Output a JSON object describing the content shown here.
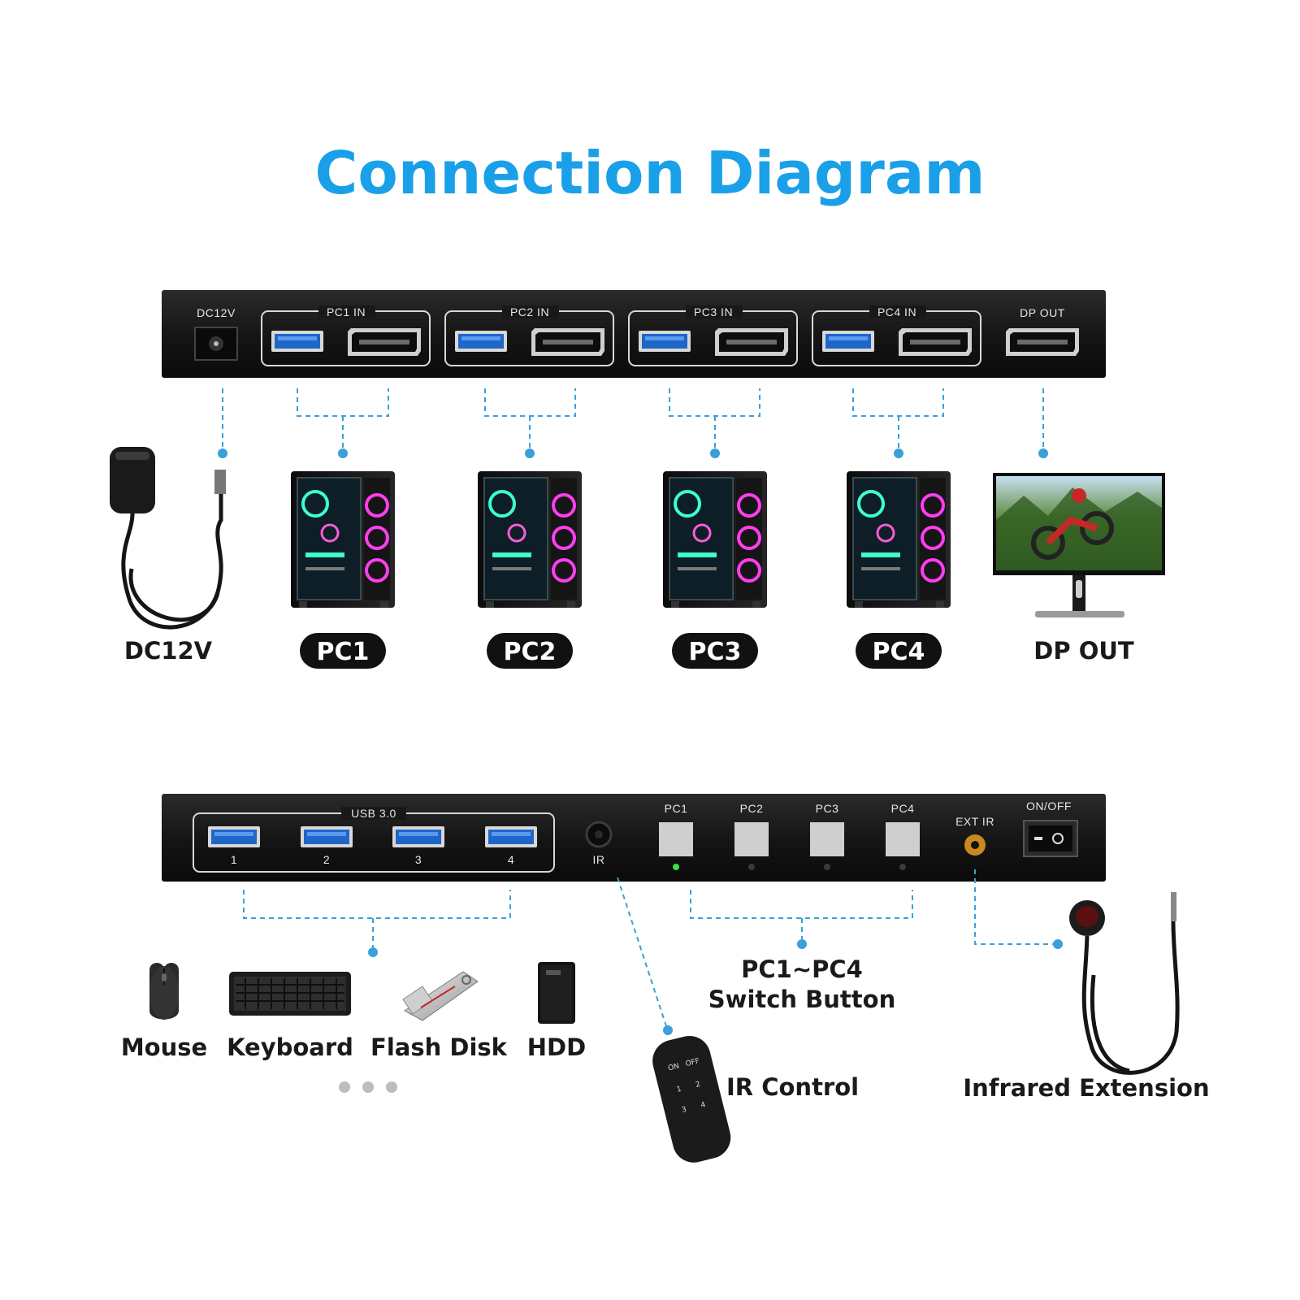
{
  "title": "Connection Diagram",
  "colors": {
    "title": "#1aa0e8",
    "connector": "#3aa0d8",
    "device": "#111111"
  },
  "front_panel": {
    "dc_label": "DC12V",
    "groups": [
      "PC1 IN",
      "PC2 IN",
      "PC3 IN",
      "PC4 IN"
    ],
    "dp_out": "DP OUT"
  },
  "top_devices": {
    "power": "DC12V",
    "pcs": [
      "PC1",
      "PC2",
      "PC3",
      "PC4"
    ],
    "monitor": "DP OUT"
  },
  "rear_panel": {
    "usb_group": "USB 3.0",
    "usb_ports": [
      "1",
      "2",
      "3",
      "4"
    ],
    "ir": "IR",
    "buttons": [
      "PC1",
      "PC2",
      "PC3",
      "PC4"
    ],
    "active_button": "PC1",
    "ext_ir": "EXT IR",
    "switch": "ON/OFF"
  },
  "bottom_devices": {
    "peripherals": [
      "Mouse",
      "Keyboard",
      "Flash Disk",
      "HDD"
    ],
    "switch_button": [
      "PC1~PC4",
      "Switch Button"
    ],
    "ir_control": "IR Control",
    "infrared_extension": "Infrared Extension"
  },
  "icons": [
    "power-adapter-icon",
    "pc-tower-icon",
    "monitor-icon",
    "mouse-icon",
    "keyboard-icon",
    "flash-disk-icon",
    "hdd-icon",
    "remote-icon",
    "ir-receiver-icon"
  ]
}
